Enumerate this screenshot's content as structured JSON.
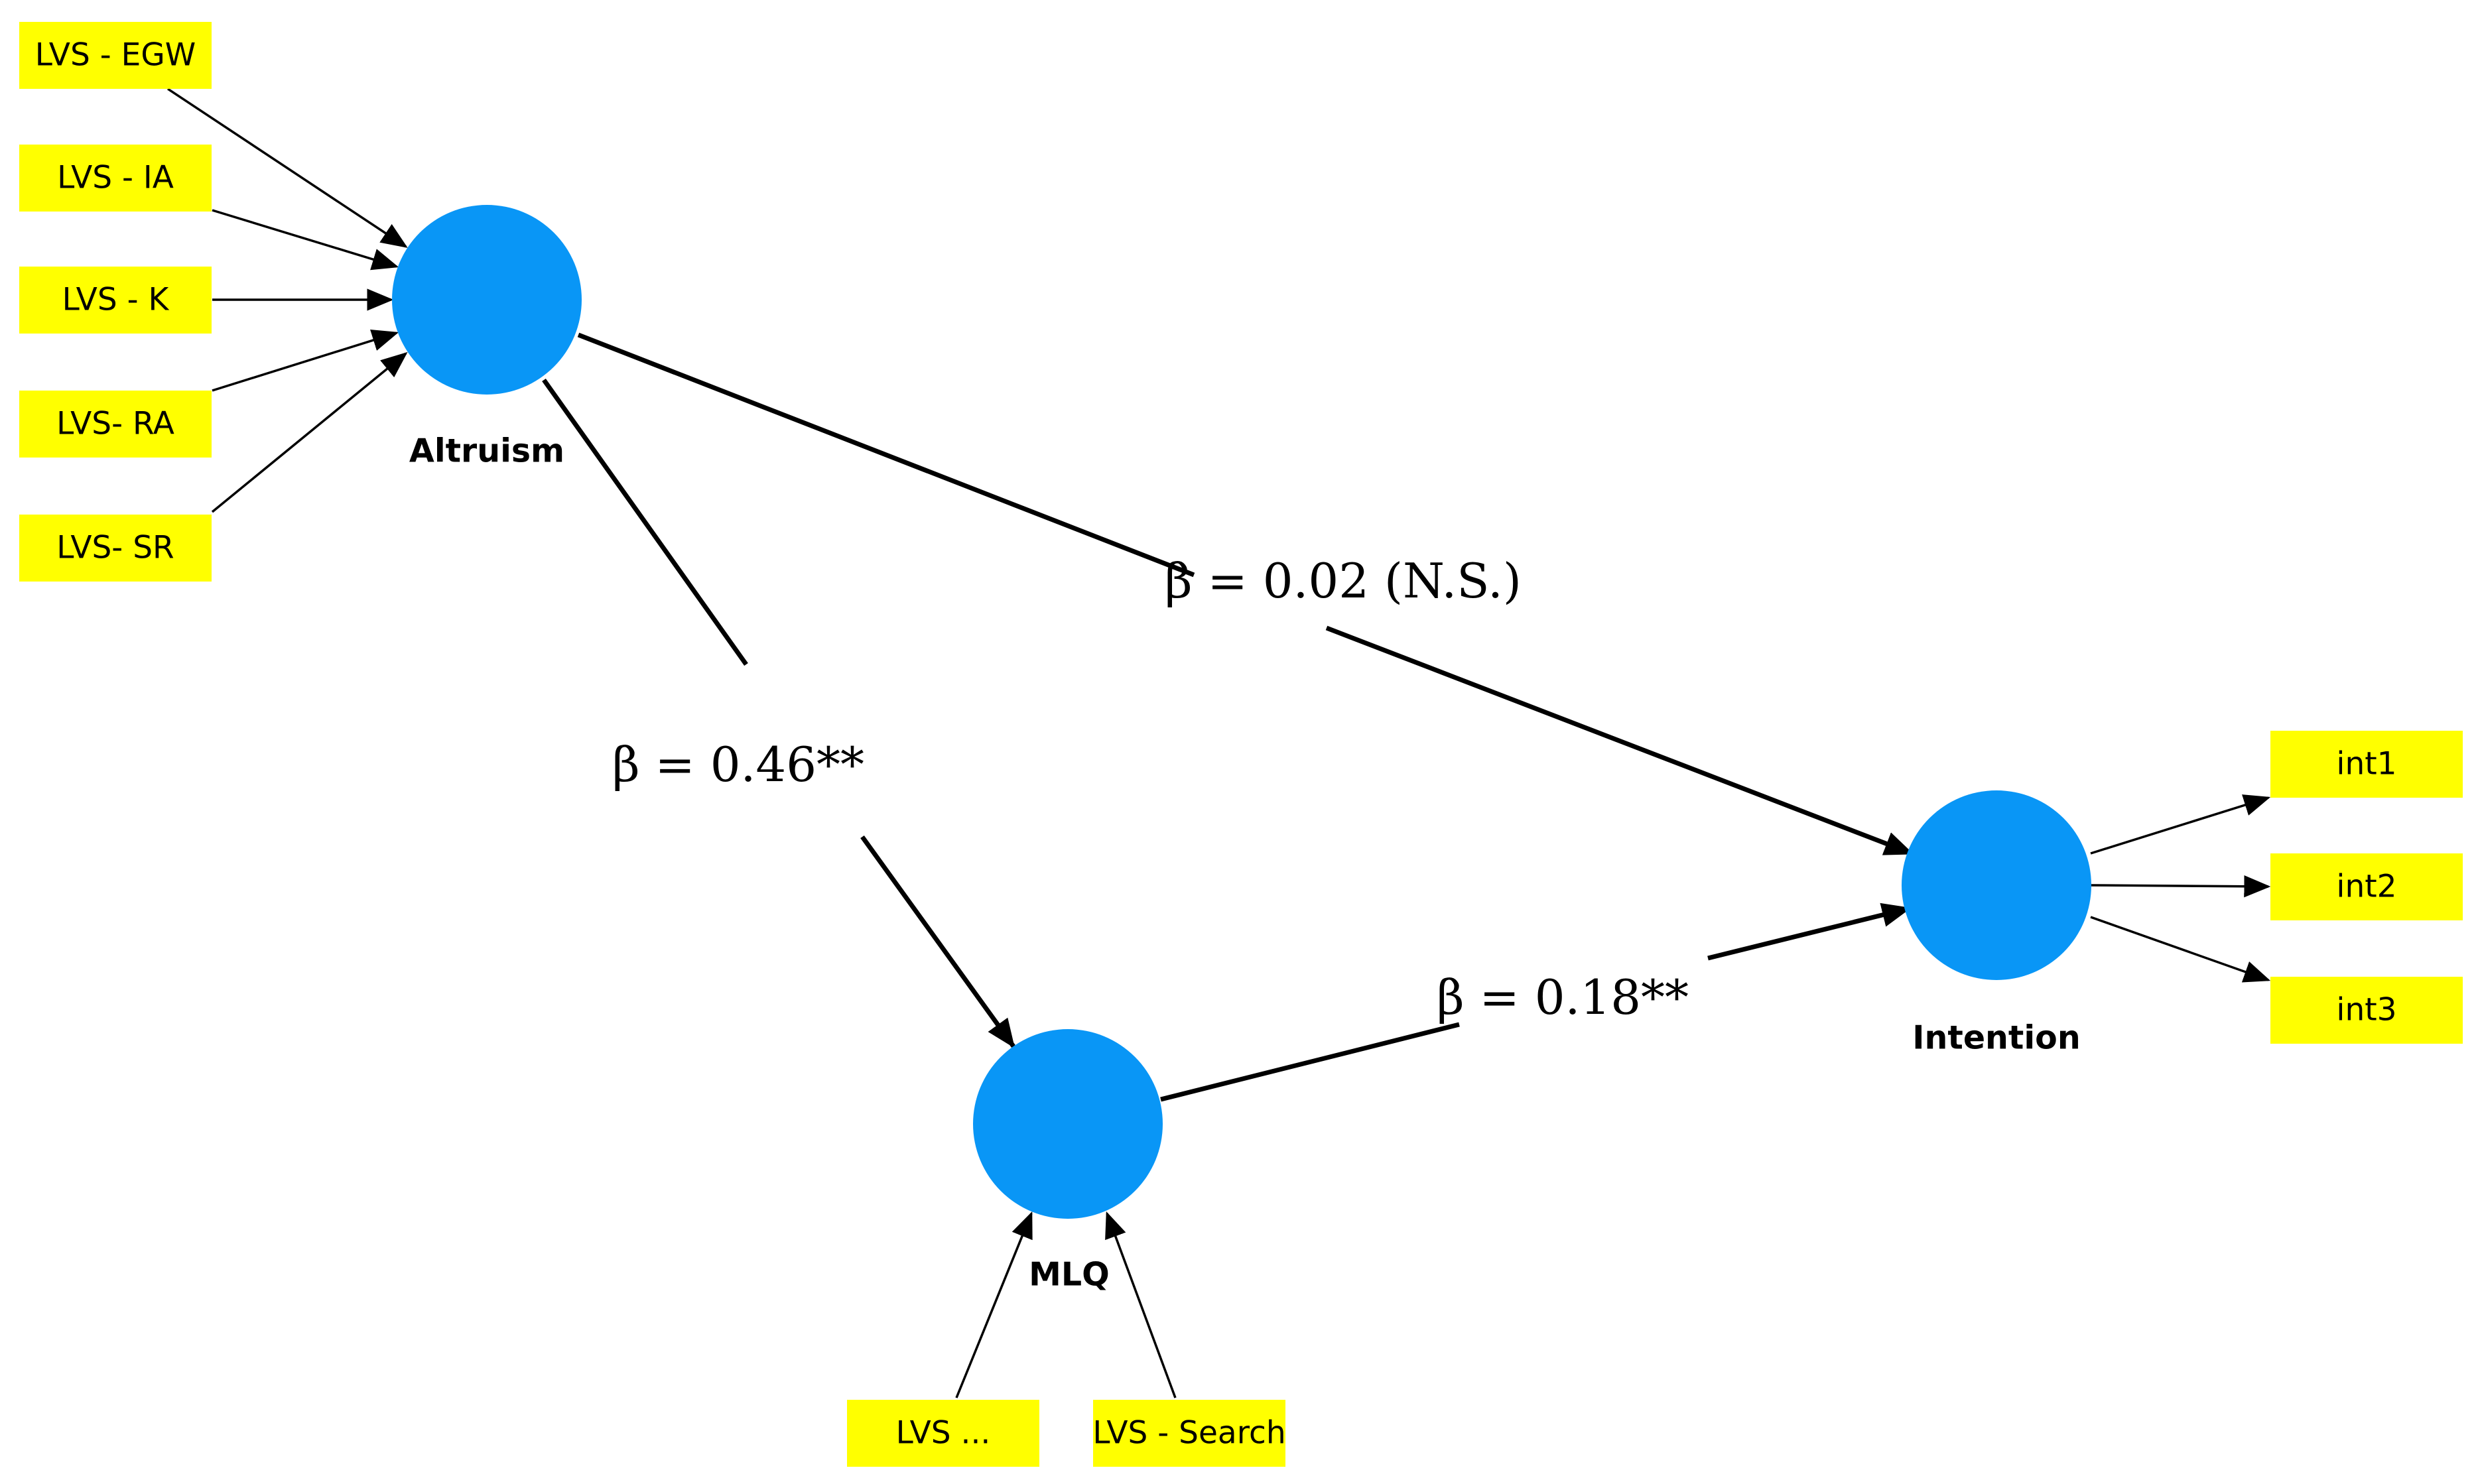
{
  "colors": {
    "indicator_fill": "#ffff00",
    "construct_fill": "#0996f6",
    "line": "#000000"
  },
  "constructs": {
    "altruism": "Altruism",
    "mlq": "MLQ",
    "intention": "Intention"
  },
  "indicators": {
    "egw": "LVS - EGW",
    "ia": "LVS - IA",
    "k": "LVS - K",
    "ra": "LVS- RA",
    "sr": "LVS- SR",
    "lvs_ellipsis": "LVS ...",
    "search": "LVS - Search",
    "int1": "int1",
    "int2": "int2",
    "int3": "int3"
  },
  "paths": {
    "altruism_intention": "β = 0.02 (N.S.)",
    "altruism_mlq": "β = 0.46**",
    "mlq_intention": "β = 0.18**"
  }
}
